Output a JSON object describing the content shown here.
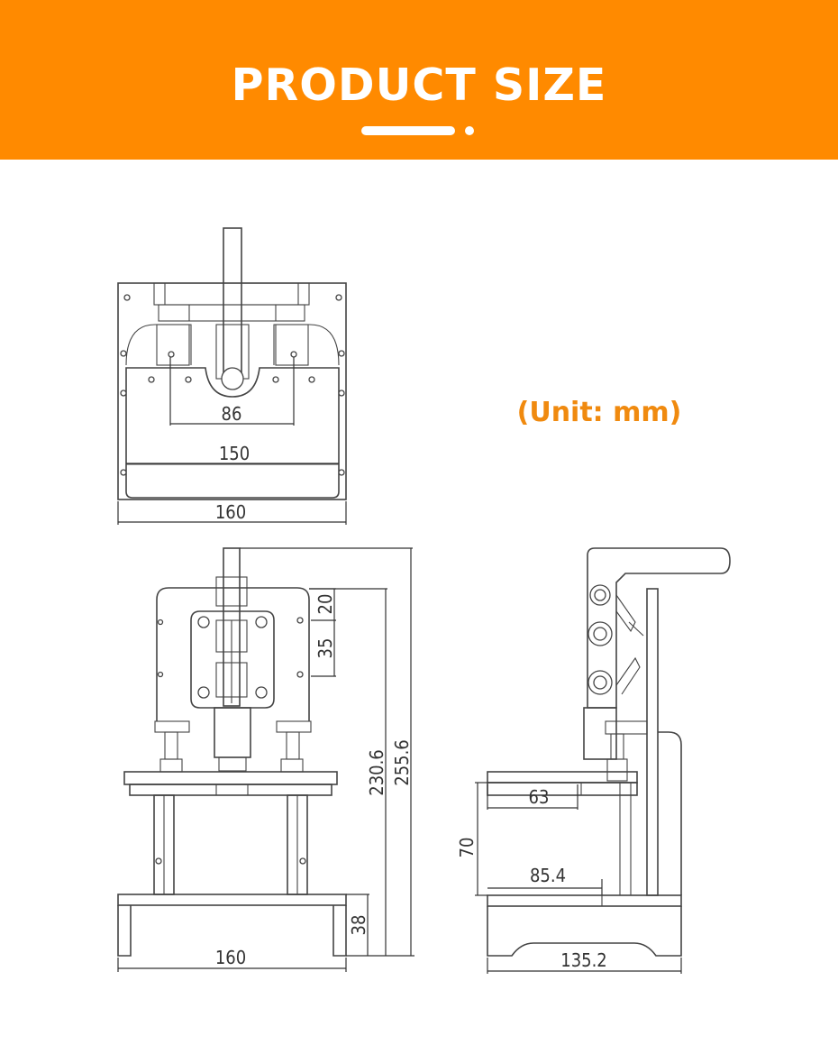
{
  "header": {
    "title": "PRODUCT SIZE"
  },
  "unit_note": "(Unit: mm)",
  "colors": {
    "banner": "#FF8A00",
    "accent_text": "#F08A0F",
    "drawing_line": "#444444"
  },
  "dimensions": {
    "top_hole_spacing": "86",
    "top_plate_width": "150",
    "top_base_width": "160",
    "front_hole_offset": "20",
    "front_hole_spacing": "35",
    "front_working_height": "230.6",
    "front_total_height": "255.6",
    "front_base_height": "38",
    "front_base_width": "160",
    "side_plate_depth": "63",
    "side_clearance_height": "70",
    "side_plate_offset": "85.4",
    "side_base_depth": "135.2"
  }
}
